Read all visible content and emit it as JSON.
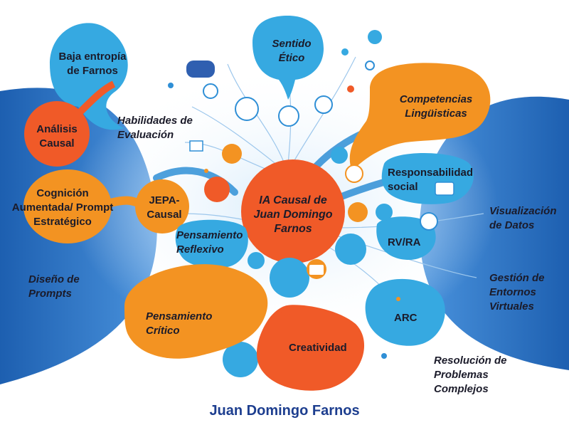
{
  "center": {
    "title": "IA Causal de Juan Domingo Farnos"
  },
  "nodes": {
    "baja_entropia": "Baja entropía de Farnos",
    "sentido_etico": "Sentido Ético",
    "competencias": "Competencias Lingüisticas",
    "analisis": "Análisis Causal",
    "habilidades": "Habilidades de Evaluación",
    "responsabilidad": "Responsabilidad social",
    "cognicion": "Cognición Aumentada/ Prompt Estratégico",
    "jepa": "JEPA- Causal",
    "visualizacion": "Visualización de Datos",
    "pensamiento_reflexivo": "Pensamiento Reflexivo",
    "rvra": "RV/RA",
    "diseno": "Diseño de Prompts",
    "gestion": "Gestión de Entornos Virtuales",
    "pensamiento_critico": "Pensamiento Crítico",
    "arc": "ARC",
    "creatividad": "Creatividad",
    "resolucion": "Resolución de Problemas Complejos"
  },
  "footer": "Juan Domingo Farnos",
  "colors": {
    "blue": "#2f8fd6",
    "light_blue": "#36a9e1",
    "orange": "#f39322",
    "red_orange": "#f05a28",
    "dark_blue": "#1d5fb0",
    "navy_text": "#1d3e8f"
  }
}
